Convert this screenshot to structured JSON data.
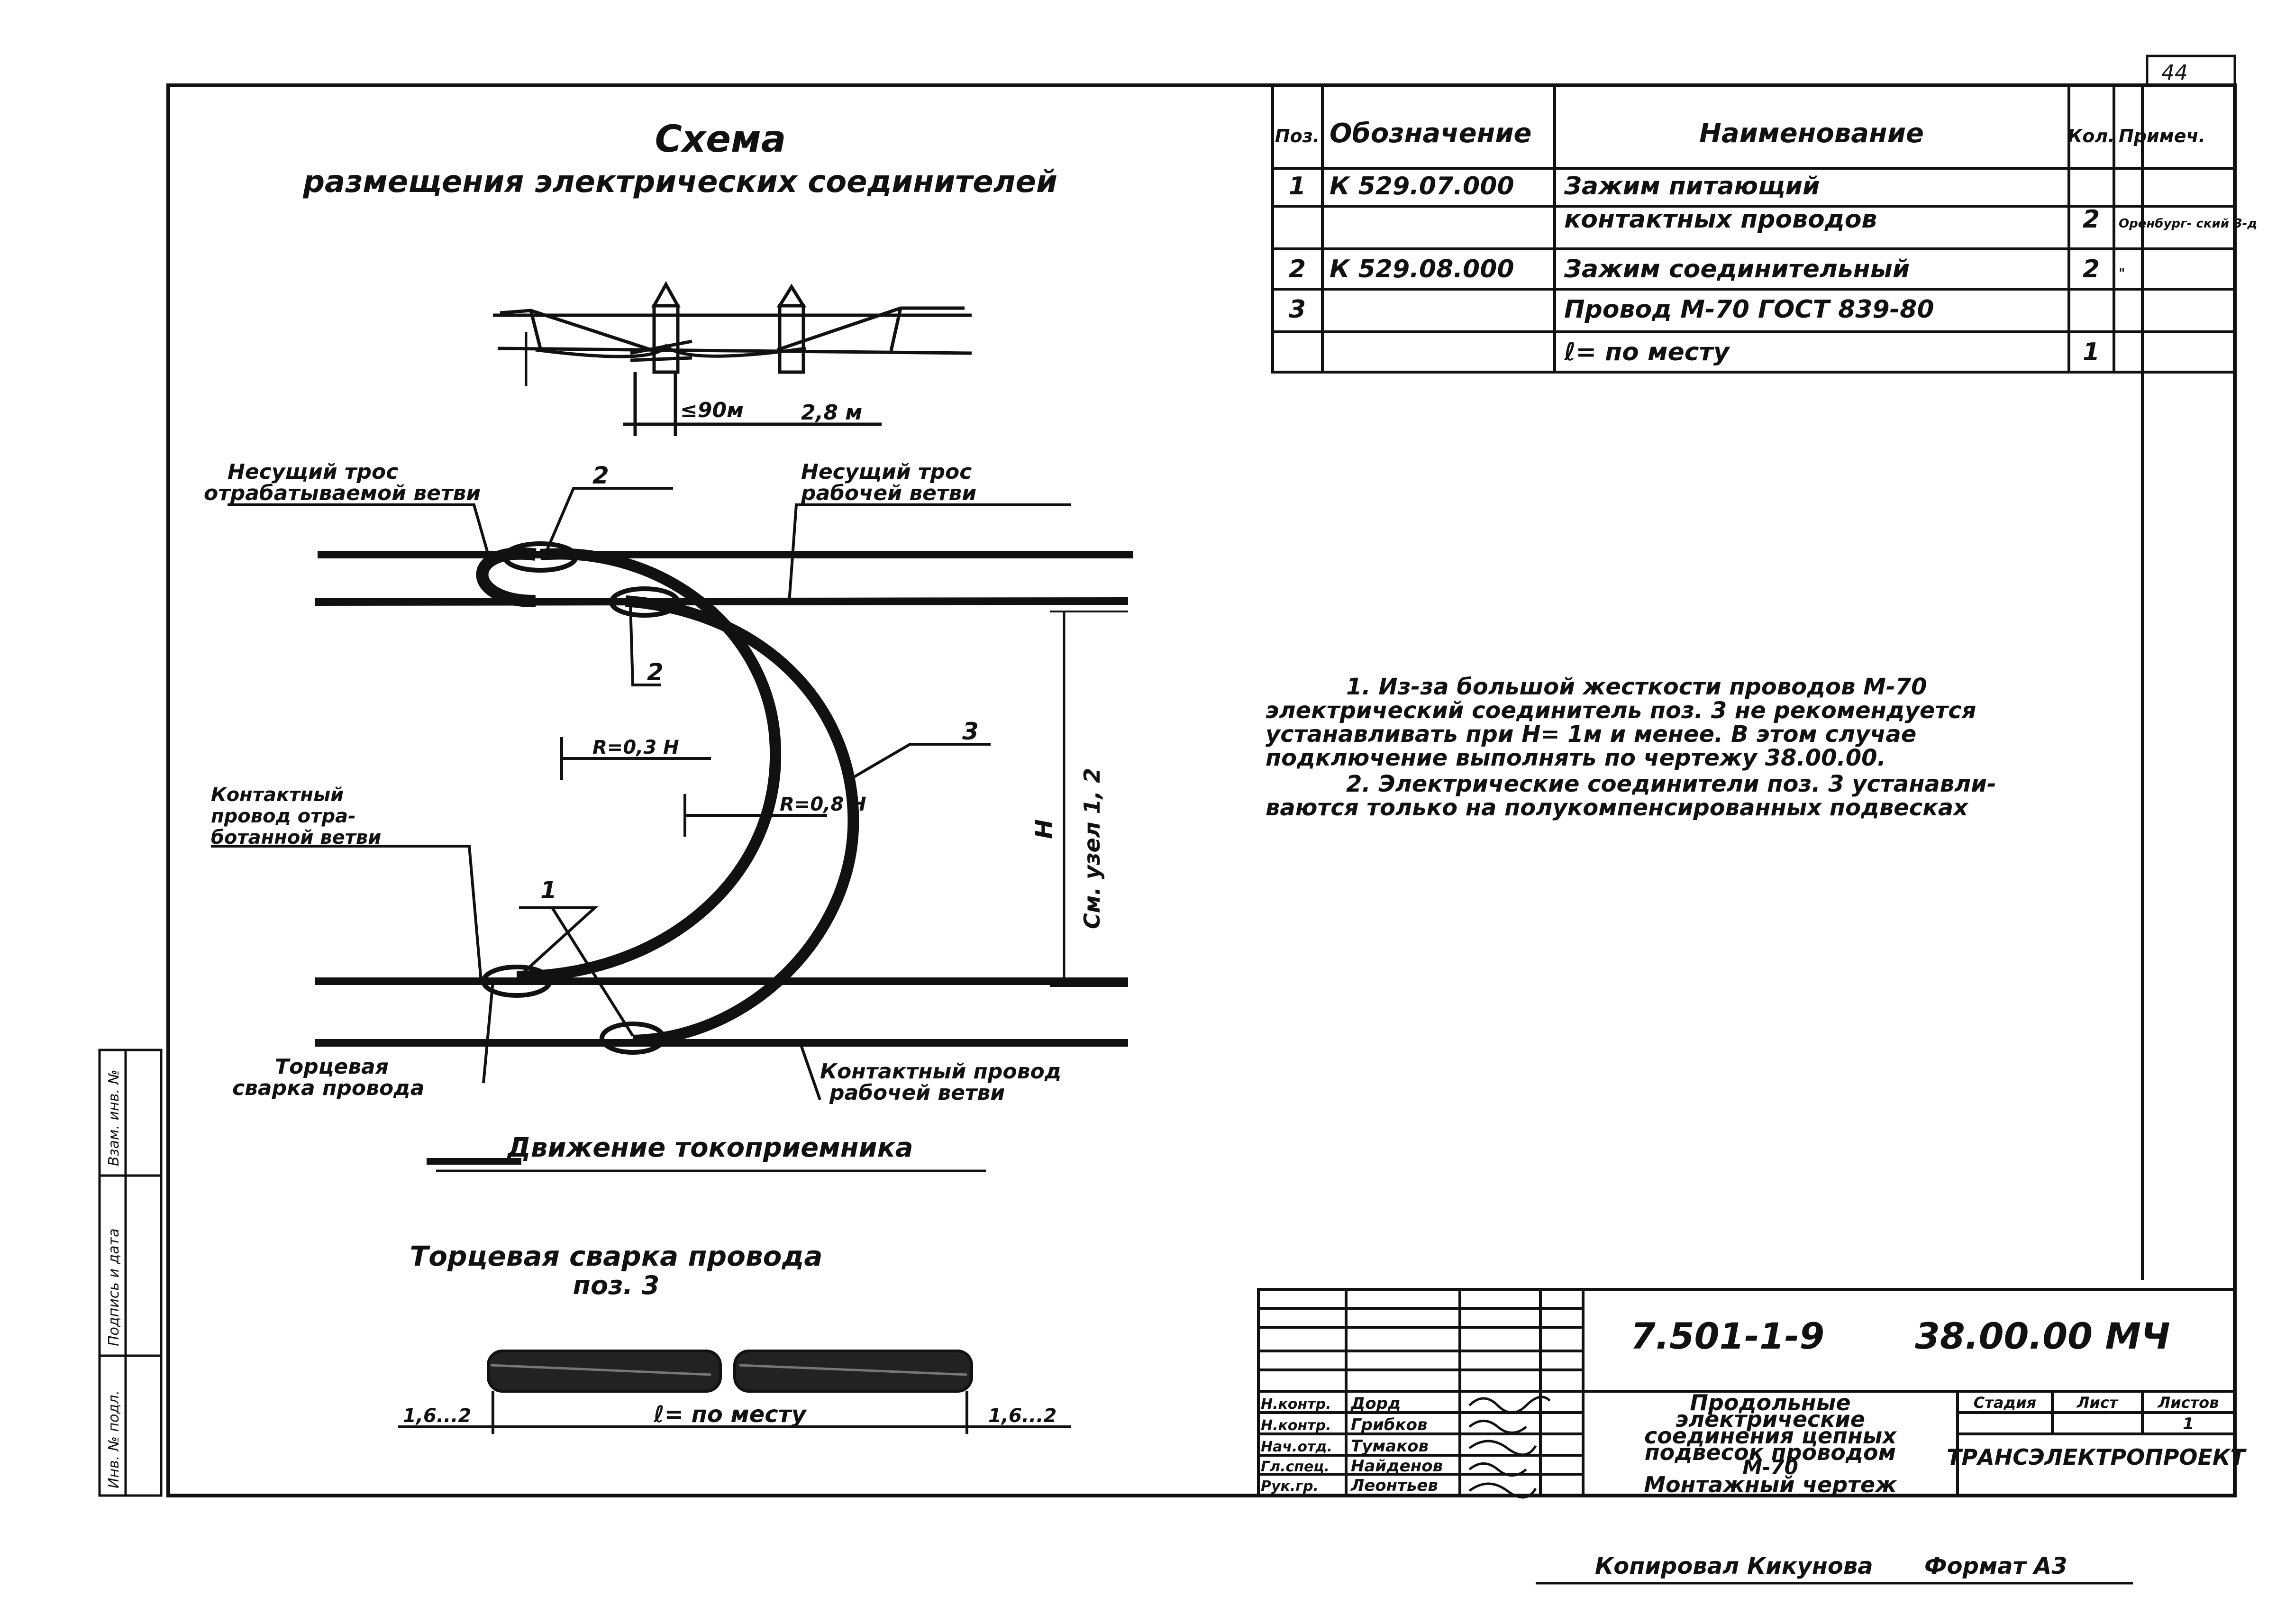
{
  "sheet_number": "44",
  "scheme": {
    "title": "Схема",
    "subtitle": "размещения электрических соединителей",
    "span_label": "≤90м",
    "dist_label": "2,8 м",
    "callouts": {
      "carrier_unused": [
        "Несущий трос",
        "отрабатываемой ветви"
      ],
      "carrier_working": [
        "Несущий трос",
        "рабочей ветви"
      ],
      "contact_unused": [
        "Контактный",
        "провод отра-",
        "ботанной ветви"
      ],
      "end_weld": [
        "Торцевая",
        "сварка провода"
      ],
      "contact_working": [
        "Контактный провод",
        "рабочей ветви"
      ]
    },
    "positions": {
      "p1": "1",
      "p2": "2",
      "p3": "3"
    },
    "radius_1": "R=0,3 H",
    "radius_2": "R=0,8 H",
    "height_label": "H",
    "node_label": "См. узел 1, 2",
    "direction": "Движение токоприемника"
  },
  "weld_detail": {
    "title": "Торцевая сварка провода",
    "subtitle": "поз. 3",
    "left_dim": "1,6...2",
    "length_label": "ℓ= по месту",
    "right_dim": "1,6...2"
  },
  "bom": {
    "headers": [
      "Поз.",
      "Обозначение",
      "Наименование",
      "Кол.",
      "Примеч."
    ],
    "rows": [
      [
        "1",
        "К 529.07.000",
        "Зажим питающий",
        "",
        ""
      ],
      [
        "",
        "",
        "контактных проводов",
        "2",
        "Оренбург- ский З-д"
      ],
      [
        "2",
        "К 529.08.000",
        "Зажим соединительный",
        "2",
        "\""
      ],
      [
        "3",
        "",
        "Провод М-70 ГОСТ 839-80",
        "",
        ""
      ],
      [
        "",
        "",
        "ℓ= по месту",
        "1",
        ""
      ]
    ]
  },
  "notes": [
    "1. Из-за большой жесткости проводов М-70",
    "электрический соединитель поз. 3 не рекомендуется",
    "устанавливать при H= 1м и менее. В этом случае",
    "подключение выполнять по чертежу 38.00.00.",
    "2. Электрические соединители поз. 3 устанавли-",
    "ваются только на полукомпенсированных подвесках"
  ],
  "title_block": {
    "code": "7.501-1-9",
    "doc": "38.00.00 МЧ",
    "roles": [
      "Н.контр.",
      "Н.контр.",
      "Нач.отд.",
      "Гл.спец.",
      "Рук.гр."
    ],
    "names": [
      "Дорд",
      "Грибков",
      "Тумаков",
      "Найденов",
      "Леонтьев"
    ],
    "description": [
      "Продольные",
      "электрические",
      "соединения цепных",
      "подвесок проводом",
      "М-70",
      "Монтажный чертеж"
    ],
    "stage_headers": [
      "Стадия",
      "Лист",
      "Листов"
    ],
    "sheet_val": "1",
    "org": "ТРАНСЭЛЕКТРОПРОЕКТ",
    "copied": "Копировал Кикунова",
    "format": "Формат А3"
  },
  "side_stamp": [
    "Инв. № подл.",
    "Подпись и дата",
    "Взам. инв. №"
  ]
}
